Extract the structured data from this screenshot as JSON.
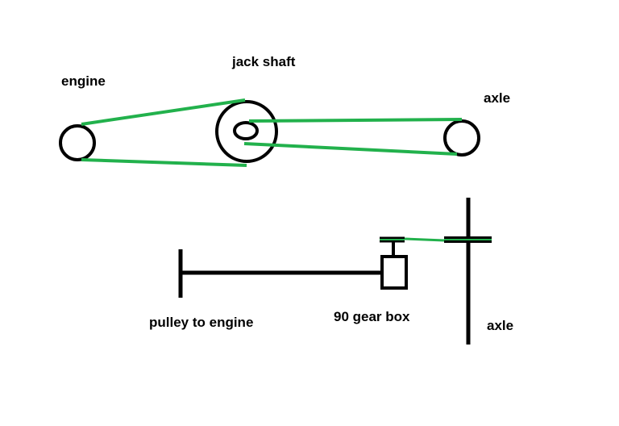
{
  "labels": {
    "engine": "engine",
    "jack_shaft": "jack shaft",
    "axle_top": "axle",
    "pulley_to_engine": "pulley to engine",
    "gear_box": "90 gear box",
    "axle_bottom": "axle"
  },
  "colors": {
    "belt": "#22b14c",
    "outline": "#000000",
    "background": "#ffffff"
  }
}
